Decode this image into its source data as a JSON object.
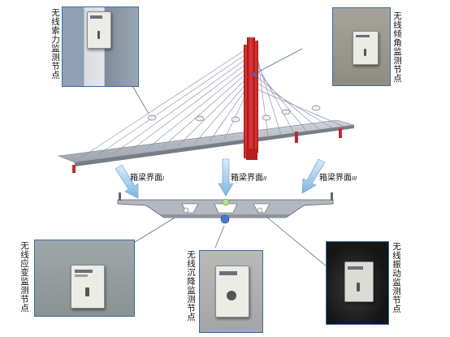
{
  "nodes": {
    "cable_force": "无线索力监测节点",
    "tilt": "无线倾角监测节点",
    "strain": "无线应变监测节点",
    "settlement": "无线沉降监测节点",
    "vibration": "无线振动监测节点"
  },
  "sections": {
    "left": {
      "label": "箱梁界面",
      "sub": "I"
    },
    "middle": {
      "label": "箱梁界面",
      "sub": "II"
    },
    "right": {
      "label": "箱梁界面",
      "sub": "III"
    }
  },
  "colors": {
    "pylon": "#d42a2a",
    "deck": "#a7abb4",
    "cable": "#8e95b8",
    "arrow": "#7fb6e0",
    "frame": "#2f6fb0"
  }
}
